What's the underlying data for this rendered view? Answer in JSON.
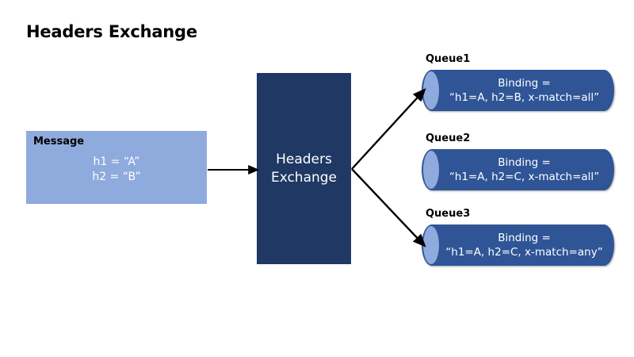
{
  "diagram": {
    "title": "Headers Exchange",
    "message": {
      "label": "Message",
      "header1": "h1 = “A”",
      "header2": "h2 = “B”"
    },
    "exchange": {
      "label": "Headers\nExchange"
    },
    "queues": [
      {
        "name": "Queue1",
        "binding_label": "Binding =",
        "binding_value": "“h1=A,  h2=B,  x-match=all”"
      },
      {
        "name": "Queue2",
        "binding_label": "Binding =",
        "binding_value": "“h1=A,  h2=C,  x-match=all”"
      },
      {
        "name": "Queue3",
        "binding_label": "Binding =",
        "binding_value": "“h1=A,  h2=C,  x-match=any”"
      }
    ],
    "colors": {
      "exchange_fill": "#1F3864",
      "message_fill": "#8FAADC",
      "queue_fill": "#2F5597",
      "queue_cap_fill": "#8FAADC",
      "arrow": "#000000",
      "background": "#FFFFFF",
      "text_light": "#FFFFFF",
      "text_dark": "#000000"
    }
  }
}
